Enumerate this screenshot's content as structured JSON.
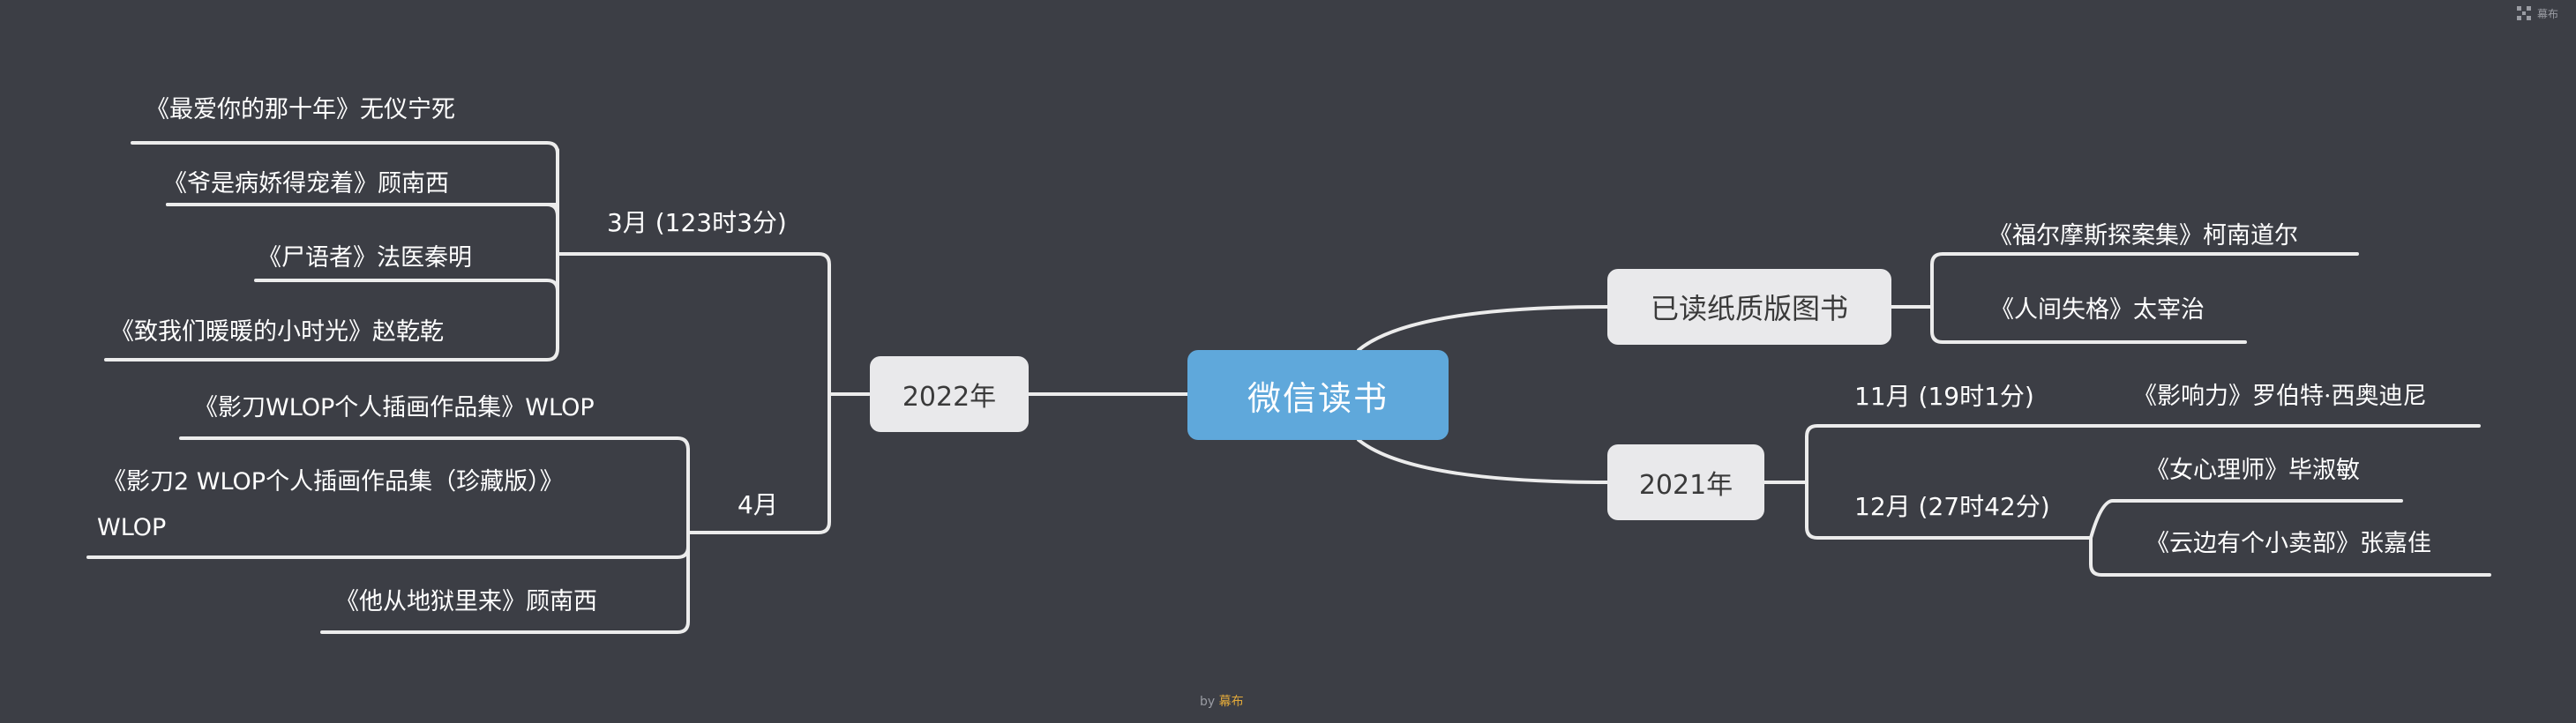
{
  "colors": {
    "background": "#3c3e45",
    "root": "#5fa8db",
    "branch": "#e9e9eb",
    "line": "#ececec"
  },
  "root": {
    "label": "微信读书"
  },
  "left": {
    "year": "2022年",
    "groups": [
      {
        "label": "3月 (123时3分)",
        "books": [
          "《最爱你的那十年》无仪宁死",
          "《爷是病娇得宠着》顾南西",
          "《尸语者》法医秦明",
          "《致我们暖暖的小时光》赵乾乾"
        ]
      },
      {
        "label": "4月",
        "books": [
          "《影刀WLOP个人插画作品集》WLOP",
          "《影刀2 WLOP个人插画作品集（珍藏版）》",
          "WLOP",
          "《他从地狱里来》顾南西"
        ]
      }
    ]
  },
  "right": {
    "paper": {
      "label": "已读纸质版图书",
      "books": [
        "《福尔摩斯探案集》柯南道尔",
        "《人间失格》太宰治"
      ]
    },
    "year": "2021年",
    "groups": [
      {
        "label": "11月 (19时1分)",
        "books": [
          "《影响力》罗伯特·西奥迪尼"
        ]
      },
      {
        "label": "12月 (27时42分)",
        "books": [
          "《女心理师》毕淑敏",
          "《云边有个小卖部》张嘉佳"
        ]
      }
    ]
  },
  "watermark": {
    "top_right": "幕布",
    "footer_by": "by",
    "footer_brand": "幕布"
  }
}
